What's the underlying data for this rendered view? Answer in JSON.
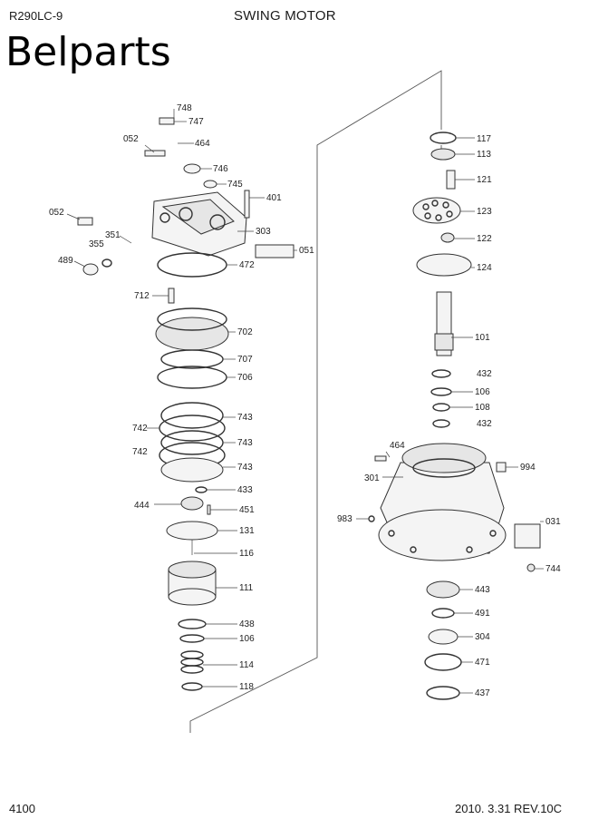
{
  "header": {
    "model": "R290LC-9",
    "title": "SWING MOTOR"
  },
  "brand": "Belparts",
  "footer": {
    "page": "4100",
    "revision": "2010. 3.31  REV.10C"
  },
  "left_labels": [
    "748",
    "747",
    "052",
    "464",
    "746",
    "745",
    "401",
    "052",
    "303",
    "351",
    "355",
    "051",
    "489",
    "472",
    "712",
    "702",
    "707",
    "706",
    "742",
    "743",
    "742",
    "743",
    "743",
    "433",
    "444",
    "451",
    "131",
    "116",
    "111",
    "438",
    "106",
    "114",
    "118"
  ],
  "right_labels": [
    "117",
    "113",
    "121",
    "123",
    "122",
    "124",
    "101",
    "432",
    "106",
    "108",
    "432",
    "464",
    "301",
    "994",
    "983",
    "031",
    "744",
    "443",
    "491",
    "304",
    "471",
    "437"
  ]
}
